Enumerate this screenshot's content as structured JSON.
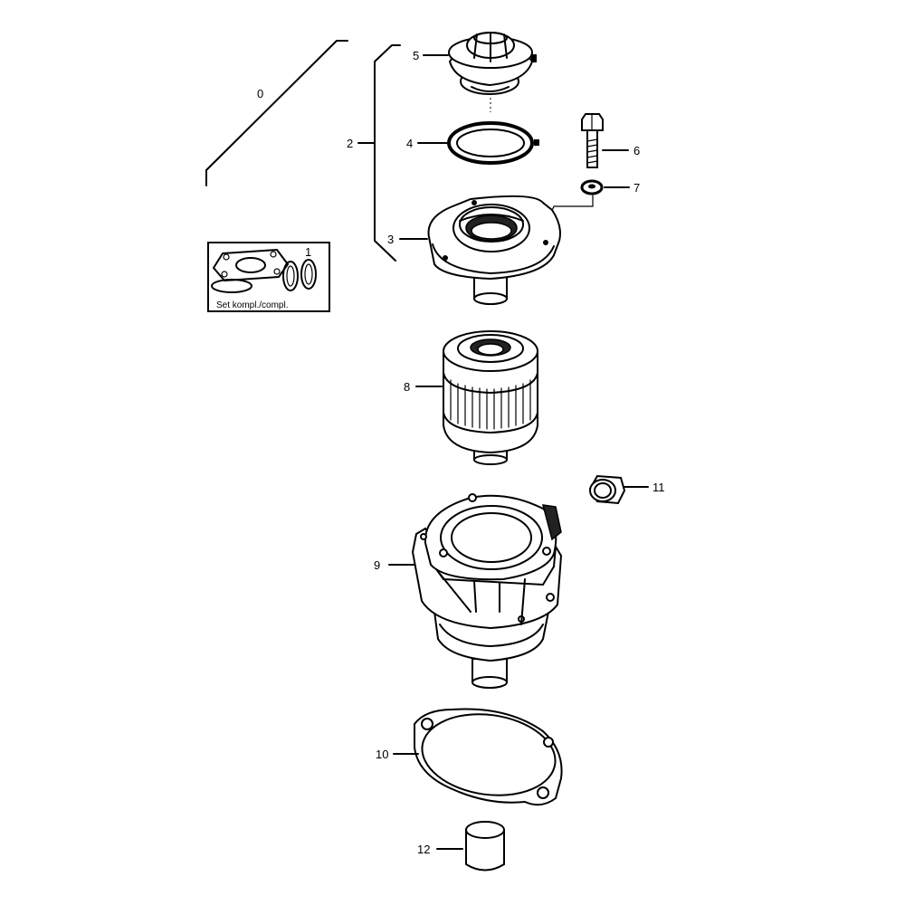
{
  "labels": {
    "set": "0",
    "group": "2",
    "set_inner": "1",
    "p3": "3",
    "p4": "4",
    "p5": "5",
    "p6": "6",
    "p7": "7",
    "p8": "8",
    "p9": "9",
    "p10": "10",
    "p11": "11",
    "p12": "12"
  },
  "set_box_caption": "Set kompl./compl."
}
